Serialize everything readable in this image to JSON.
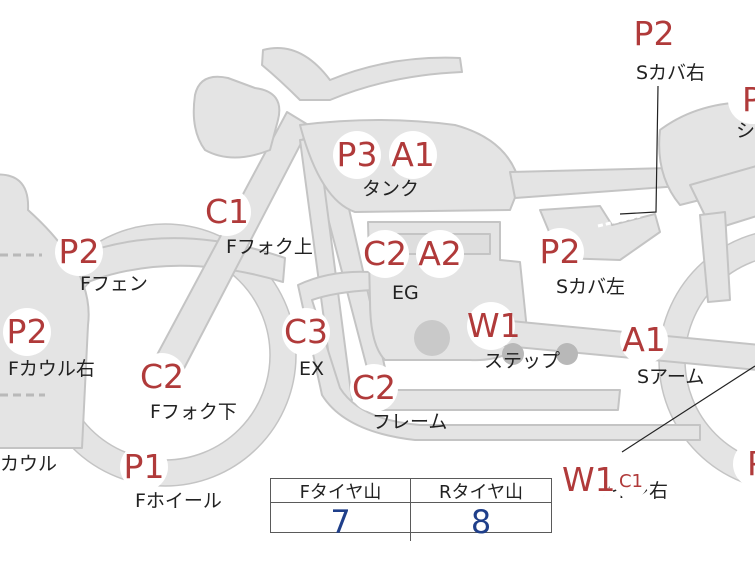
{
  "colors": {
    "part_fill": "#e4e4e4",
    "part_stroke": "#c4c4c4",
    "grade_text": "#b03a3a",
    "value_text": "#1f3f8a"
  },
  "parts": {
    "s_cover_right": "Sカバ右",
    "seat_partial": "シ",
    "tank": "タンク",
    "f_fork_upper": "Fフォク上",
    "f_fender": "Fフェン",
    "eg": "EG",
    "s_cover_left": "Sカバ左",
    "f_cowl_right": "Fカウル右",
    "ex": "EX",
    "step": "ステップ",
    "s_arm": "Sアーム",
    "f_fork_lower": "Fフォク下",
    "frame": "フレーム",
    "cowl_partial": "カウル",
    "f_wheel": "Fホイール",
    "muffler_right": "サイレ右"
  },
  "grades": {
    "s_cover_right": "P2",
    "seat_partial": "P",
    "tank_paint": "P3",
    "tank_appearance": "A1",
    "f_fork_upper": "C1",
    "f_fender": "P2",
    "eg_condition": "C2",
    "eg_appearance": "A2",
    "s_cover_left": "P2",
    "f_cowl_right": "P2",
    "ex": "C3",
    "step": "W1",
    "s_arm": "A1",
    "f_fork_lower": "C2",
    "frame": "C2",
    "f_wheel": "P1",
    "muffler_wear": "W1",
    "muffler_cond": "C1",
    "rear_partial": "P"
  },
  "tire_table": {
    "front_header": "Fタイヤ山",
    "rear_header": "Rタイヤ山",
    "front_value": "7",
    "rear_value": "8"
  }
}
